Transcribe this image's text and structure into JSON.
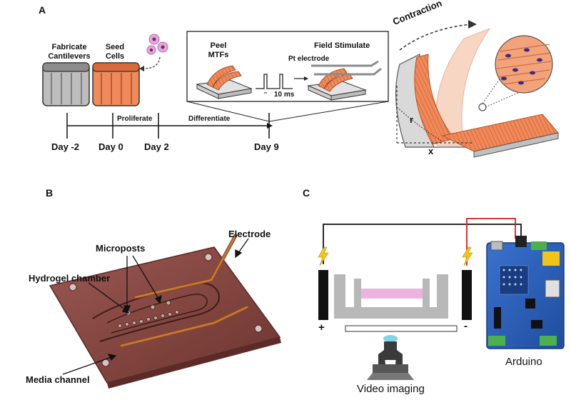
{
  "panels": {
    "a": {
      "letter": "A",
      "steps": [
        {
          "line1": "Fabricate",
          "line2": "Cantilevers"
        },
        {
          "line1": "Seed",
          "line2": "Cells"
        }
      ],
      "inset": {
        "peel_line1": "Peel",
        "peel_line2": "MTFs",
        "field_stimulate": "Field Stimulate",
        "pt_electrode": "Pt electrode",
        "pulse_width": "10 ms"
      },
      "timeline": {
        "phases": [
          "Proliferate",
          "Differentiate"
        ],
        "days": [
          "Day -2",
          "Day 0",
          "Day 2",
          "Day 9"
        ]
      },
      "film": {
        "contraction": "Contraction",
        "r_label": "r",
        "x_label": "x"
      },
      "colors": {
        "tissue": "#f08a5a",
        "cantilever": "#c8c8c8",
        "cell": "#3b2a8a"
      }
    },
    "b": {
      "letter": "B",
      "labels": {
        "microposts": "Microposts",
        "hydrogel_chamber": "Hydrogel chamber",
        "electrode": "Electrode",
        "media_channel": "Media channel"
      },
      "colors": {
        "device": "#8a4a45"
      }
    },
    "c": {
      "letter": "C",
      "labels": {
        "plus": "+",
        "minus": "-",
        "arduino": "Arduino",
        "video_imaging": "Video imaging"
      },
      "colors": {
        "wire_pos": "#d42020",
        "wire_neg": "#111111",
        "bolt": "#f5c518",
        "gel": "#e9a6d8",
        "board": "#2d5fb8"
      }
    }
  }
}
